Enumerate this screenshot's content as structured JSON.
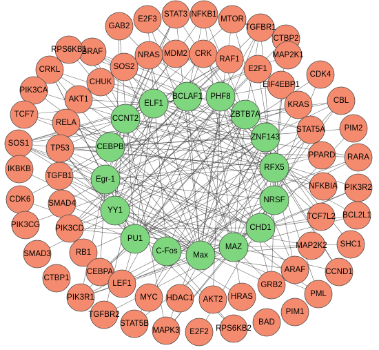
{
  "colors": {
    "tf_node": "#7ed67e",
    "gene_node": "#f58b6e",
    "outline": "#4a4a4a",
    "edge": "#333333",
    "background": "#ffffff"
  },
  "tf_nodes": [
    "ELF1",
    "BCLAF1",
    "PHF8",
    "CCNT2",
    "ZBTB7A",
    "ZNF143",
    "CEBPB",
    "RFX5",
    "Egr-1",
    "NRSF",
    "YY1",
    "CHD1",
    "PU1",
    "C-Fos",
    "Max",
    "MAZ"
  ],
  "gene_nodes": [
    "GAB2",
    "E2F3",
    "STAT3",
    "NFKB1",
    "MTOR",
    "TGFBR1",
    "BRAF",
    "CTBP2",
    "RPS6KB1",
    "MDM2",
    "CRK",
    "SOS2",
    "NRAS",
    "RAF1",
    "MAP2K1",
    "CRKL",
    "CHUK",
    "E2F1",
    "CDK4",
    "EIF4EBP1",
    "PIK3CA",
    "AKT1",
    "KRAS",
    "CBL",
    "TCF7",
    "RELA",
    "STAT5A",
    "PIM2",
    "SOS1",
    "TP53",
    "IKBKB",
    "TGFB1",
    "PPARD",
    "RARA",
    "CDK6",
    "SMAD4",
    "NFKBIA",
    "PIK3R2",
    "BCL2L1",
    "TCF7L2",
    "PIK3CG",
    "PIK3CD",
    "SHC1",
    "MAP2K2",
    "SMAD3",
    "RB1",
    "CCND1",
    "ARAF",
    "CEBPA",
    "CTBP1",
    "LEF1",
    "PML",
    "GRB2",
    "PIK3R1",
    "MYC",
    "HDAC1",
    "AKT2",
    "HRAS",
    "PIM1",
    "TGFBR2",
    "BAD",
    "STAT5B",
    "E2F2",
    "RPS6KB2",
    "MAPK3"
  ]
}
